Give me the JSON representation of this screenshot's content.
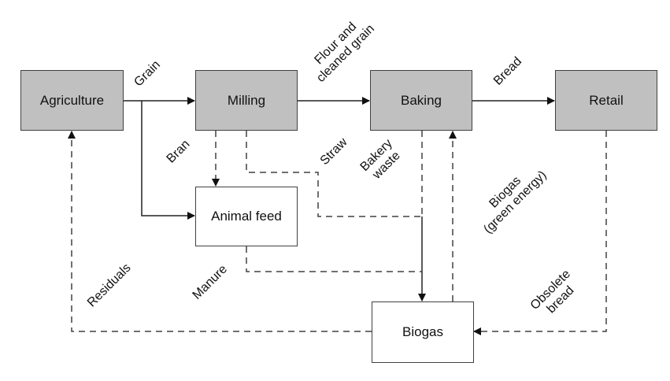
{
  "nodes": {
    "agriculture": "Agriculture",
    "milling": "Milling",
    "baking": "Baking",
    "retail": "Retail",
    "animal_feed": "Animal feed",
    "biogas": "Biogas"
  },
  "edges": {
    "grain": "Grain",
    "flour": "Flour and\ncleaned grain",
    "flour_l1": "Flour and",
    "flour_l2": "cleaned grain",
    "bread": "Bread",
    "bran": "Bran",
    "straw": "Straw",
    "bakery_waste_l1": "Bakery",
    "bakery_waste_l2": "waste",
    "biogas_green_l1": "Biogas",
    "biogas_green_l2": "(green energy)",
    "manure": "Manure",
    "residuals": "Residuals",
    "obsolete_l1": "Obsolete",
    "obsolete_l2": "bread"
  },
  "colors": {
    "process_fill": "#c0c0c0",
    "output_fill": "#ffffff",
    "line": "#404040"
  }
}
